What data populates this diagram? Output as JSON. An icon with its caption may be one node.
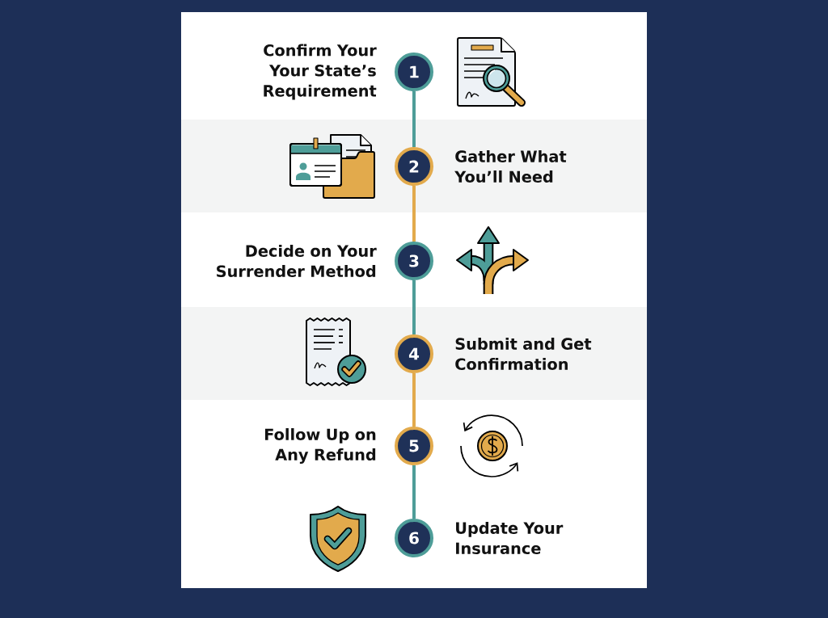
{
  "diagram": {
    "nodes": [
      {
        "text": [
          "1"
        ],
        "beside": [
          "Confirm Your Your State’s Requirement"
        ]
      },
      {
        "text": [
          "2"
        ],
        "beside": [
          "Gather What You’ll Need"
        ]
      },
      {
        "text": [
          "3"
        ],
        "beside": [
          "Decide on Your Surrender Method"
        ]
      },
      {
        "text": [
          "4"
        ],
        "beside": [
          "Submit and Get Confirmation"
        ]
      },
      {
        "text": [
          "5"
        ],
        "beside": [
          "Follow Up on Any Refund"
        ]
      },
      {
        "text": [
          "6"
        ],
        "beside": [
          "Update Your Insurance"
        ]
      }
    ],
    "edges": [
      {
        "from": 0,
        "to": 1,
        "arrow": "none"
      },
      {
        "from": 1,
        "to": 2,
        "arrow": "none",
        "color": "#e2aa4c"
      },
      {
        "from": 2,
        "to": 3,
        "arrow": "none"
      },
      {
        "from": 3,
        "to": 4,
        "arrow": "none",
        "color": "#e2aa4c"
      },
      {
        "from": 4,
        "to": 5,
        "arrow": "none"
      }
    ]
  }
}
